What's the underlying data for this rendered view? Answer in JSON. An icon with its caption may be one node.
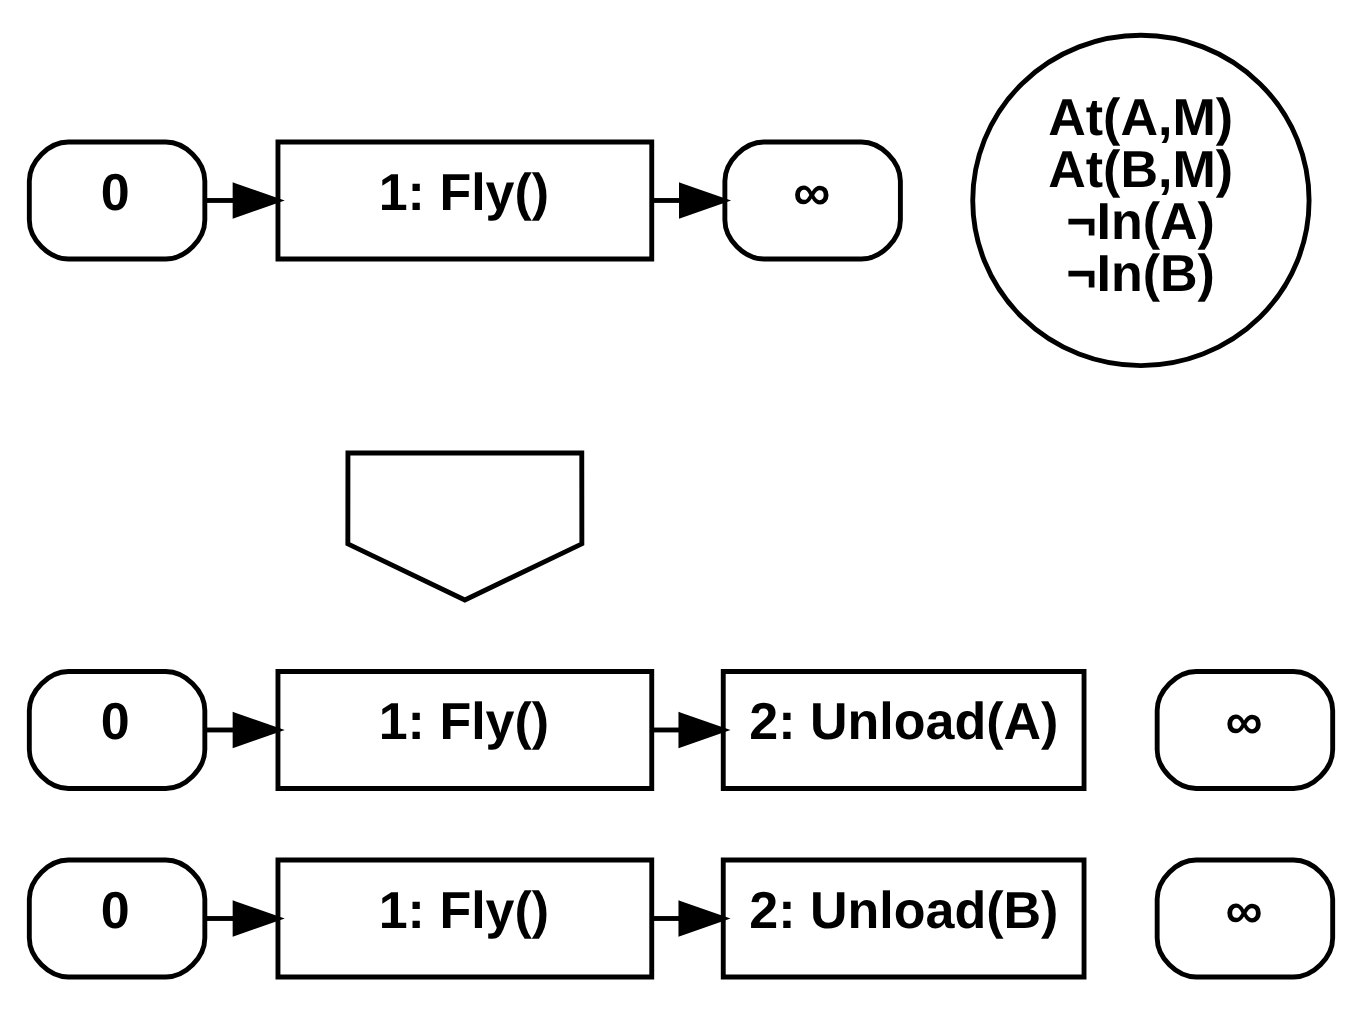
{
  "diagram": {
    "nodes": [
      {
        "text": [
          "0"
        ]
      },
      {
        "text": [
          "1: Fly()"
        ]
      },
      {
        "text": [
          "∞"
        ]
      },
      {
        "text": [
          "At(A,M)",
          "At(B,M)",
          "¬In(A)",
          "¬In(B)"
        ]
      },
      {
        "text": [],
        "shape": "arrow"
      },
      {
        "text": [
          "0"
        ]
      },
      {
        "text": [
          "1: Fly()"
        ]
      },
      {
        "text": [
          "2: Unload(A)"
        ]
      },
      {
        "text": [
          "∞"
        ]
      },
      {
        "text": [
          "0"
        ]
      },
      {
        "text": [
          "1: Fly()"
        ]
      },
      {
        "text": [
          "2: Unload(B)"
        ]
      },
      {
        "text": [
          "∞"
        ]
      }
    ],
    "edges": [
      {
        "from": 0,
        "to": 1,
        "arrow": "to"
      },
      {
        "from": 1,
        "to": 2,
        "arrow": "to"
      },
      {
        "from": 5,
        "to": 6,
        "arrow": "to"
      },
      {
        "from": 6,
        "to": 7,
        "arrow": "to"
      },
      {
        "from": 9,
        "to": 10,
        "arrow": "to"
      },
      {
        "from": 10,
        "to": 11,
        "arrow": "to"
      }
    ]
  }
}
